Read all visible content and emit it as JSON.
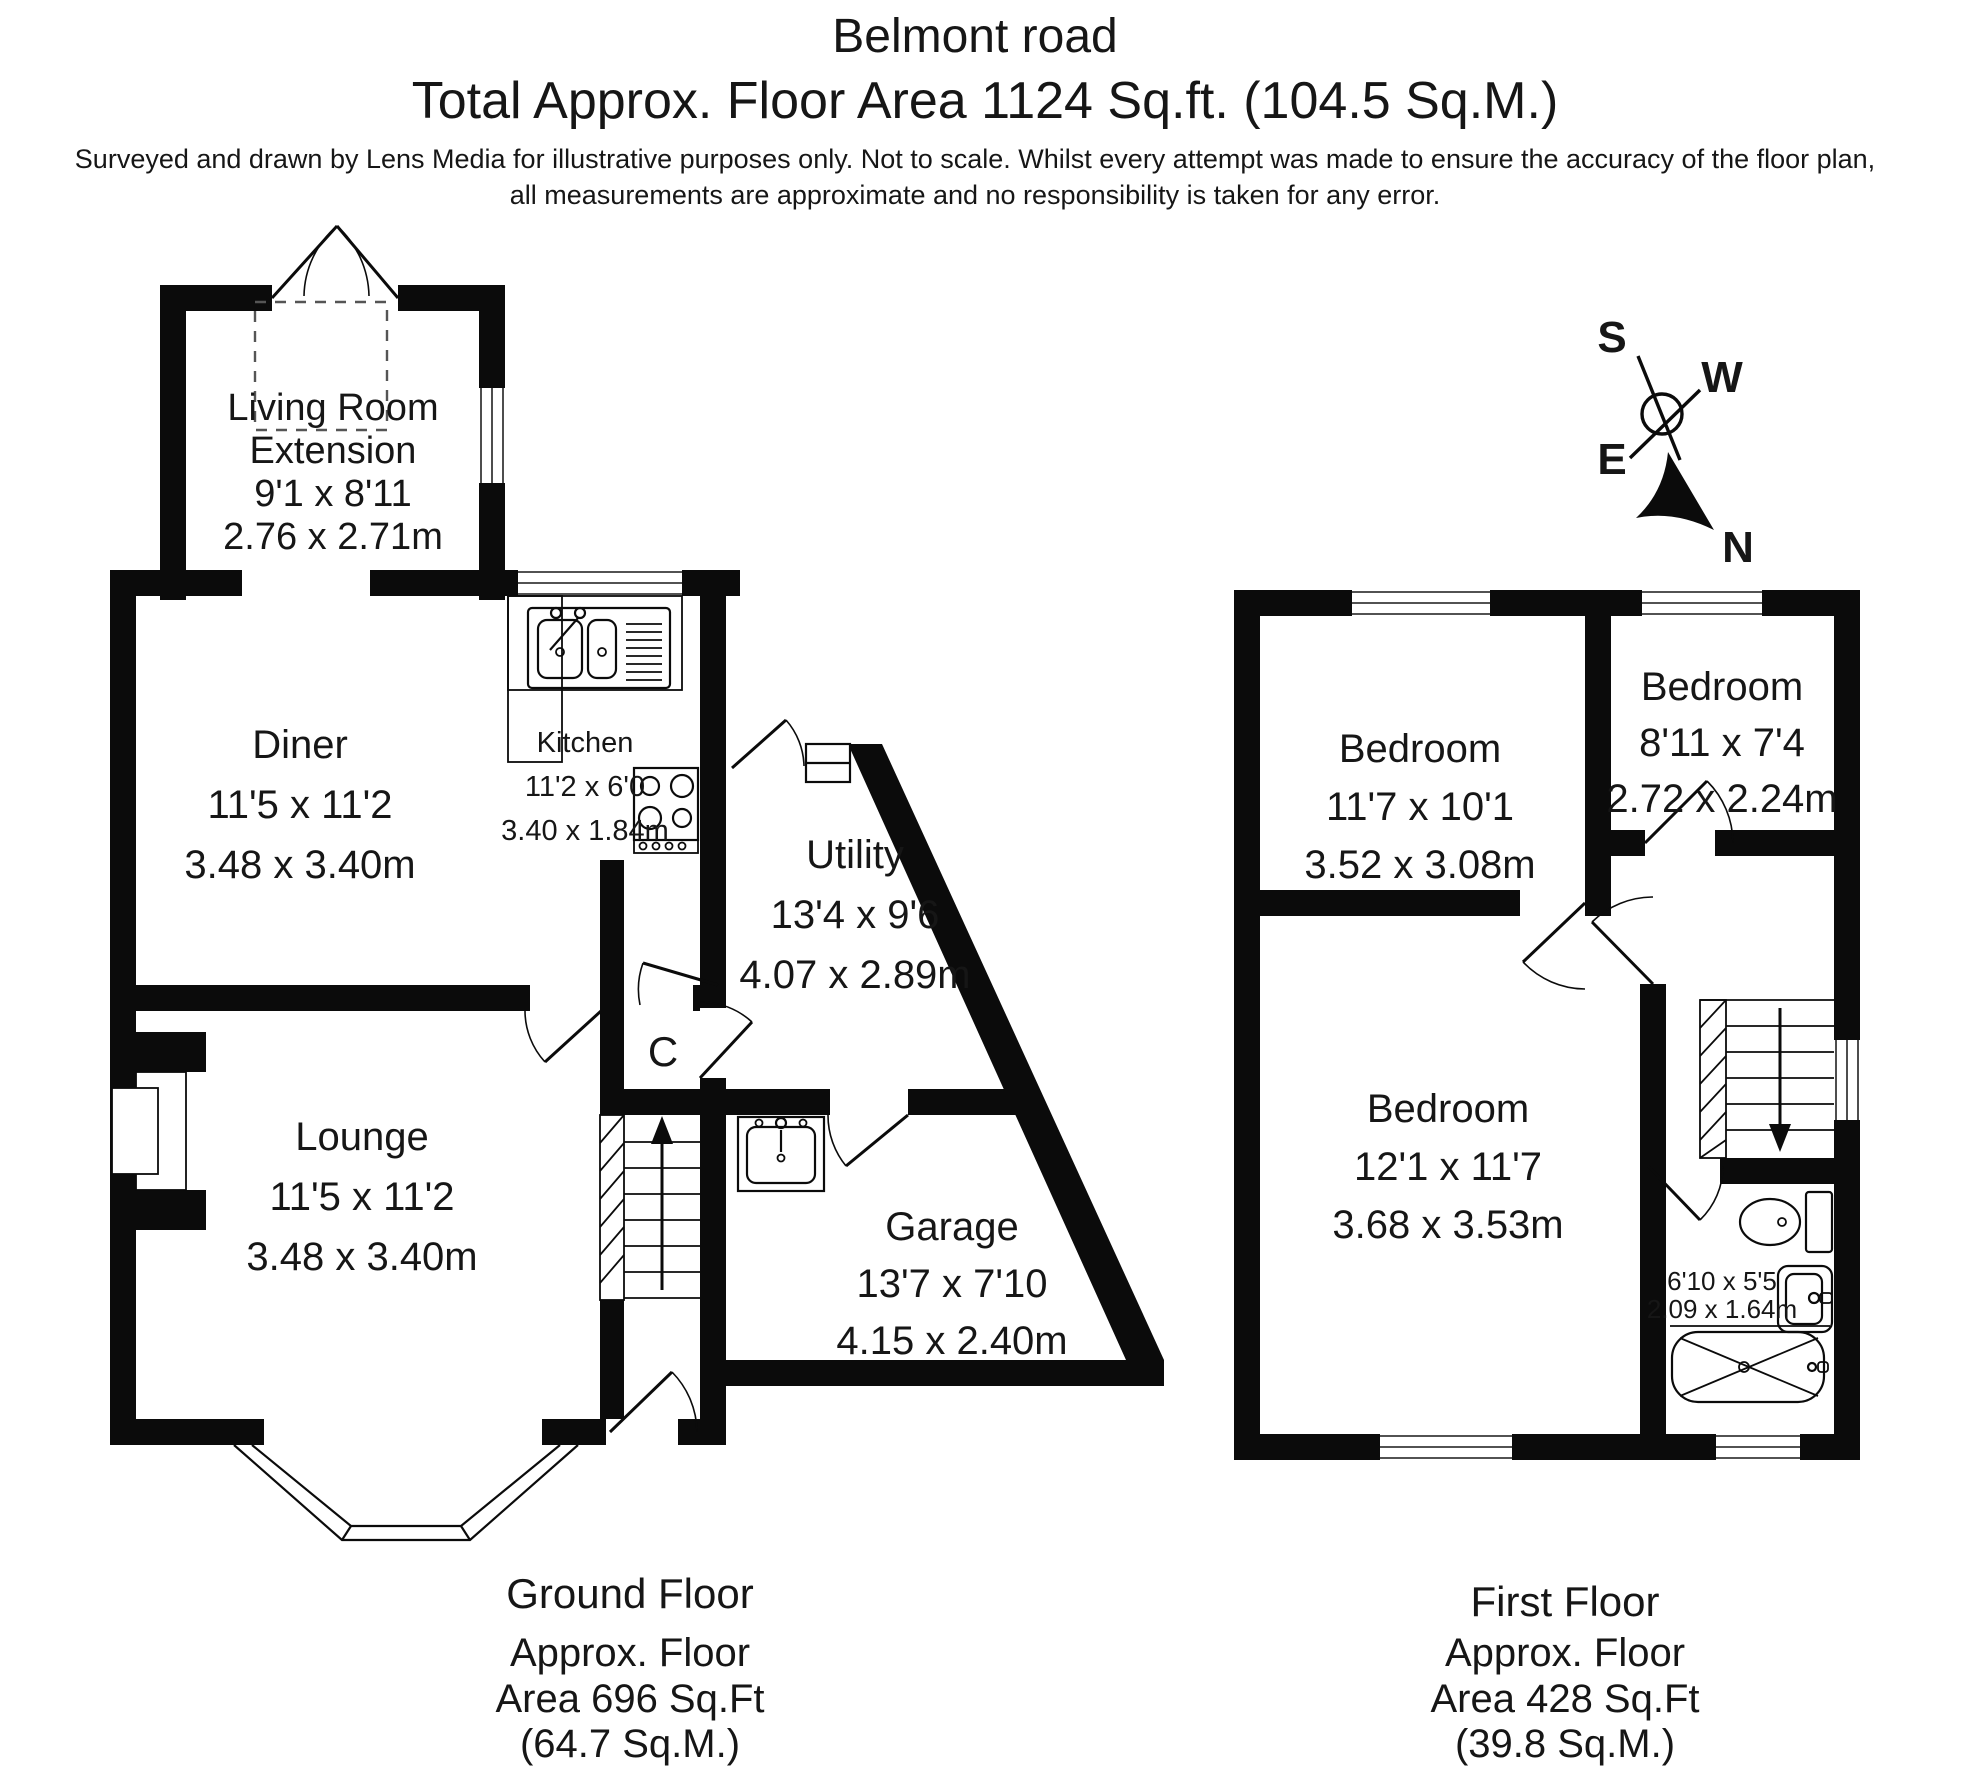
{
  "colors": {
    "walls": "#0b0b0b",
    "background": "#ffffff",
    "text": "#161616"
  },
  "header": {
    "title": "Belmont road",
    "subtitle": "Total Approx. Floor Area 1124 Sq.ft. (104.5 Sq.M.)",
    "disclaimer_line1": "Surveyed and drawn by Lens Media for illustrative purposes only. Not to scale. Whilst every attempt was made to ensure the accuracy of the floor plan,",
    "disclaimer_line2": "all measurements are approximate and no responsibility is taken for any error."
  },
  "compass": {
    "north": "N",
    "south": "S",
    "east": "E",
    "west": "W"
  },
  "ground_floor": {
    "caption": {
      "title": "Ground Floor",
      "line1": "Approx. Floor",
      "line2": "Area 696 Sq.Ft",
      "line3": "(64.7 Sq.M.)"
    },
    "rooms": {
      "living_room_extension": {
        "name_line1": "Living Room",
        "name_line2": "Extension",
        "imperial": "9'1 x 8'11",
        "metric": "2.76 x 2.71m"
      },
      "diner": {
        "name": "Diner",
        "imperial": "11'5 x 11'2",
        "metric": "3.48 x 3.40m"
      },
      "kitchen": {
        "name": "Kitchen",
        "imperial": "11'2 x 6'0",
        "metric": "3.40 x 1.84m"
      },
      "utility": {
        "name": "Utility",
        "imperial": "13'4 x 9'6",
        "metric": "4.07 x 2.89m"
      },
      "lounge": {
        "name": "Lounge",
        "imperial": "11'5 x 11'2",
        "metric": "3.48 x 3.40m"
      },
      "garage": {
        "name": "Garage",
        "imperial": "13'7 x 7'10",
        "metric": "4.15 x 2.40m"
      },
      "cupboard": {
        "name": "C"
      }
    }
  },
  "first_floor": {
    "caption": {
      "title": "First Floor",
      "line1": "Approx. Floor",
      "line2": "Area 428 Sq.Ft",
      "line3": "(39.8 Sq.M.)"
    },
    "rooms": {
      "bedroom_rear": {
        "name": "Bedroom",
        "imperial": "11'7 x 10'1",
        "metric": "3.52 x 3.08m"
      },
      "bedroom_small": {
        "name": "Bedroom",
        "imperial": "8'11 x 7'4",
        "metric": "2.72 x 2.24m"
      },
      "bedroom_front": {
        "name": "Bedroom",
        "imperial": "12'1 x 11'7",
        "metric": "3.68 x 3.53m"
      },
      "bathroom": {
        "imperial": "6'10 x 5'5",
        "metric": "2.09 x 1.64m"
      }
    }
  }
}
